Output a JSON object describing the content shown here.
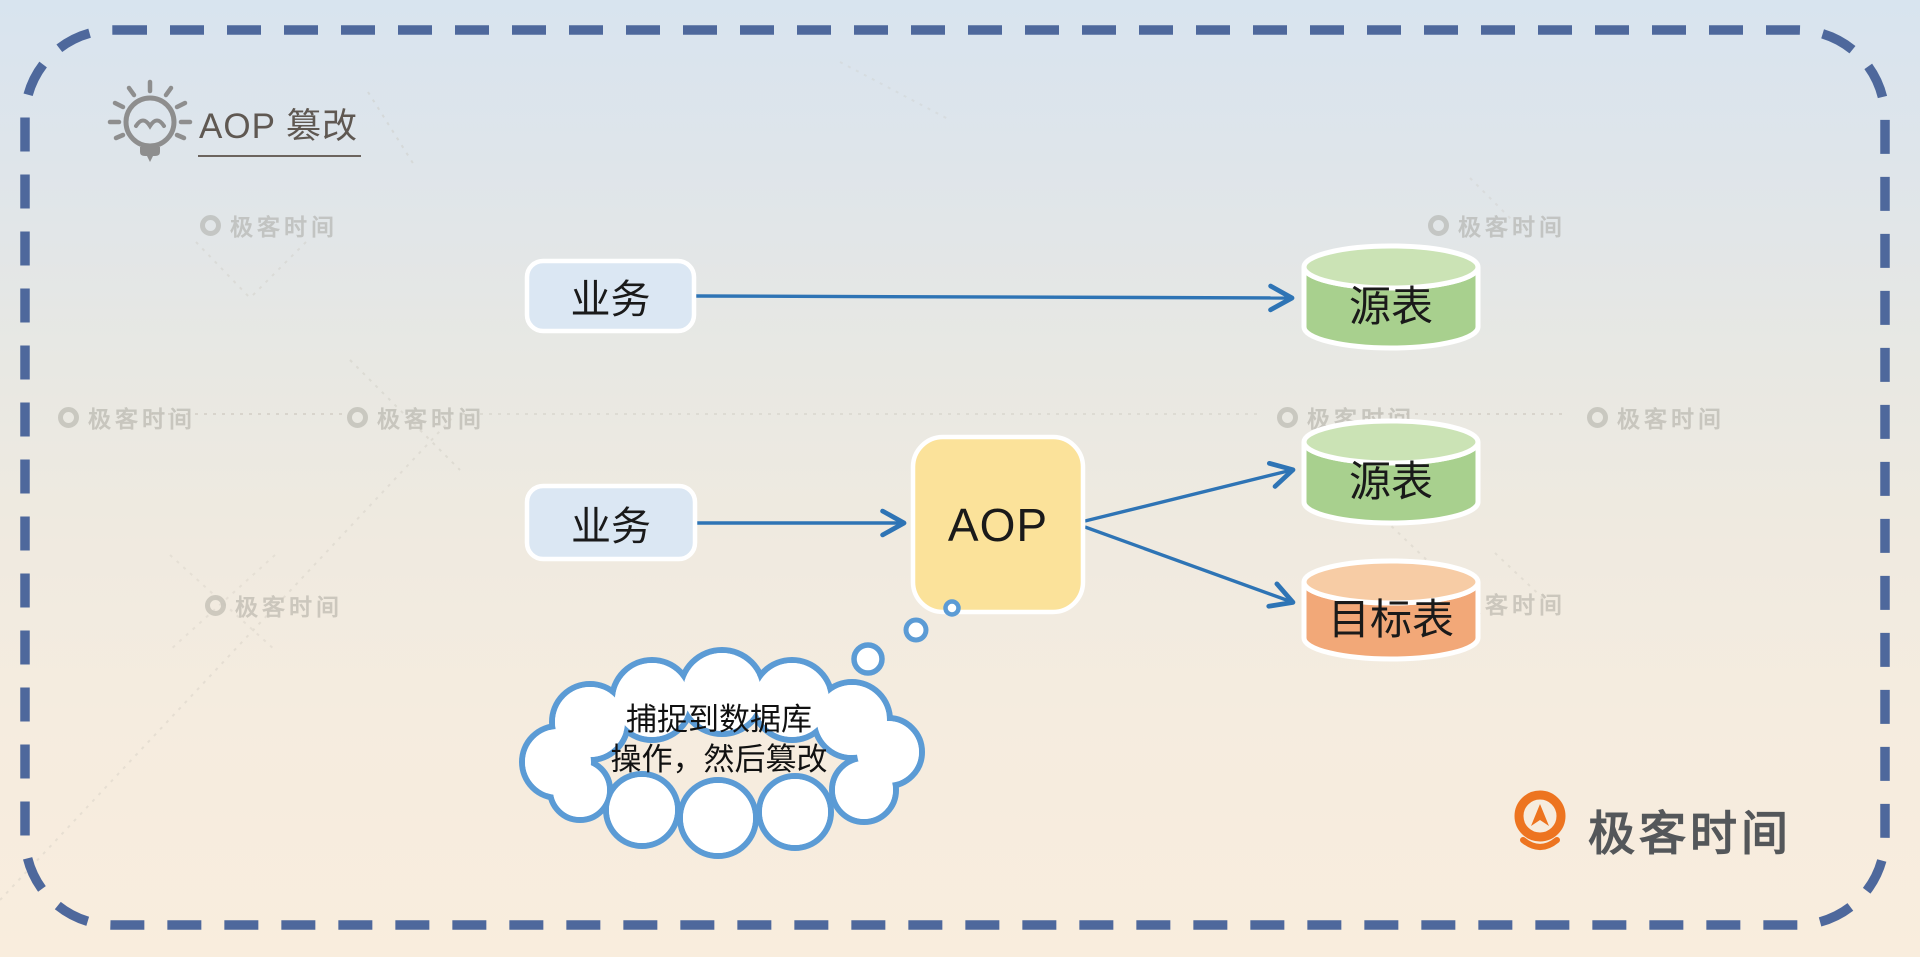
{
  "frame": {
    "title": "AOP 篡改"
  },
  "nodes": {
    "business_top": {
      "label": "业务"
    },
    "business_bottom": {
      "label": "业务"
    },
    "aop": {
      "label": "AOP"
    },
    "source_table_top": {
      "label": "源表"
    },
    "source_table_mid": {
      "label": "源表"
    },
    "target_table": {
      "label": "目标表"
    }
  },
  "thought_bubble": {
    "line1": "捕捉到数据库",
    "line2": "操作，然后篡改"
  },
  "watermark": {
    "text": "极客时间"
  },
  "logo": {
    "text": "极客时间"
  },
  "colors": {
    "border_blue": "#4e689c",
    "arrow_blue": "#2e74b5",
    "business_blue": "#dbe7f3",
    "aop_yellow": "#fbe29a",
    "source_green": "#a8d08e",
    "source_green_top": "#cbe3b5",
    "target_orange": "#f2a878",
    "target_orange_top": "#f7cca5",
    "cloud_stroke": "#5b9bd5",
    "logo_orange": "#ed7420",
    "title_gray": "#5f5852"
  }
}
